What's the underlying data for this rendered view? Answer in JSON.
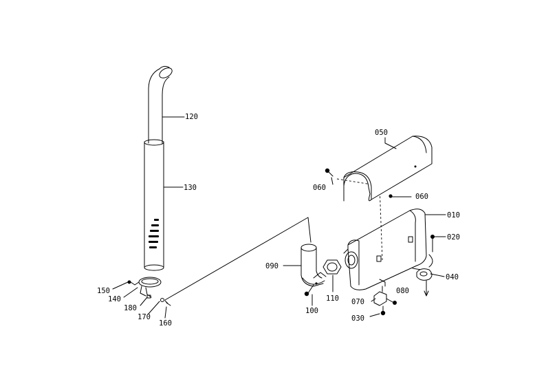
{
  "parts": [
    {
      "id": "p120",
      "label": "120"
    },
    {
      "id": "p130",
      "label": "130"
    },
    {
      "id": "p050",
      "label": "050"
    },
    {
      "id": "p060a",
      "label": "060"
    },
    {
      "id": "p060b",
      "label": "060"
    },
    {
      "id": "p010",
      "label": "010"
    },
    {
      "id": "p020",
      "label": "020"
    },
    {
      "id": "p090",
      "label": "090"
    },
    {
      "id": "p040",
      "label": "040"
    },
    {
      "id": "p110",
      "label": "110"
    },
    {
      "id": "p070",
      "label": "070"
    },
    {
      "id": "p080",
      "label": "080"
    },
    {
      "id": "p100",
      "label": "100"
    },
    {
      "id": "p030",
      "label": "030"
    },
    {
      "id": "p150",
      "label": "150"
    },
    {
      "id": "p140",
      "label": "140"
    },
    {
      "id": "p180",
      "label": "180"
    },
    {
      "id": "p170",
      "label": "170"
    },
    {
      "id": "p160",
      "label": "160"
    }
  ]
}
